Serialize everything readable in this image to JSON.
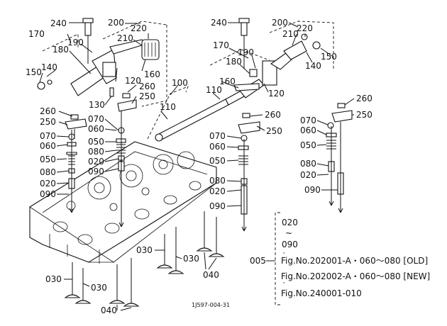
{
  "labels": {
    "p240a": "240",
    "p200a": "200",
    "p220a": "220",
    "p210a": "210",
    "p170a": "170",
    "p190a": "190",
    "p180a": "180",
    "p160a": "160",
    "p150a": "150",
    "p140a": "140",
    "p120a": "120",
    "p130a": "130",
    "p260a": "260",
    "p250a": "250",
    "p260b": "260",
    "p250b": "250",
    "p070a": "070",
    "p060a": "060",
    "p050a": "050",
    "p080a": "080",
    "p020a": "020",
    "p090a": "090",
    "p070b": "070",
    "p060b": "060",
    "p050b": "050",
    "p080b": "080",
    "p020b": "020",
    "p090b": "090",
    "p100": "100",
    "p110a": "110",
    "p110b": "110",
    "p240b": "240",
    "p200b": "200",
    "p220b": "220",
    "p210b": "210",
    "p170b": "170",
    "p190b": "190",
    "p180b": "180",
    "p160b": "160",
    "p150b": "150",
    "p140b": "140",
    "p120b": "120",
    "p260c": "260",
    "p250c": "250",
    "p260d": "260",
    "p250d": "250",
    "p070c": "070",
    "p060c": "060",
    "p050c": "050",
    "p080c": "080",
    "p020c": "020",
    "p090c": "090",
    "p070d": "070",
    "p060d": "060",
    "p050d": "050",
    "p080d": "080",
    "p020d": "020",
    "p090d": "090",
    "p030a": "030",
    "p030b": "030",
    "p030c": "030",
    "p030d": "030",
    "p040a": "040",
    "p040b": "040"
  },
  "reference_note": {
    "range_start": "020",
    "range_tilde": "~",
    "range_end": "090",
    "callout": "005",
    "fig_old": "Fig.No.202001-A・060～080 [OLD]",
    "fig_new": "Fig.No.202002-A・060～080 [NEW]",
    "fig_other": "Fig.No.240001-010"
  },
  "drawing_code": "1J597-004-31"
}
